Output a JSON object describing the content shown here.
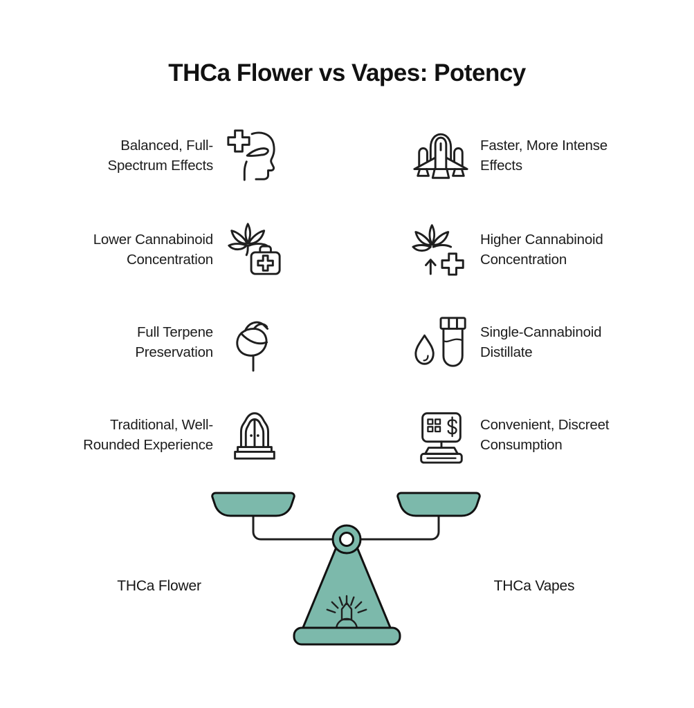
{
  "title": "THCa Flower vs Vapes: Potency",
  "left": {
    "label": "THCa Flower",
    "items": [
      {
        "text": "Balanced, Full-\nSpectrum Effects",
        "icon": "head-plus-icon"
      },
      {
        "text": "Lower Cannabinoid\nConcentration",
        "icon": "leaf-medical-bag-icon"
      },
      {
        "text": "Full Terpene\nPreservation",
        "icon": "rose-icon"
      },
      {
        "text": "Traditional, Well-\nRounded Experience",
        "icon": "wardrobe-icon"
      }
    ]
  },
  "right": {
    "label": "THCa Vapes",
    "items": [
      {
        "text": "Faster, More Intense\nEffects",
        "icon": "rocket-icon"
      },
      {
        "text": "Higher Cannabinoid\nConcentration",
        "icon": "leaf-cross-icon"
      },
      {
        "text": "Single-Cannabinoid\nDistillate",
        "icon": "droplet-test-tube-icon"
      },
      {
        "text": "Convenient, Discreet\nConsumption",
        "icon": "cash-register-icon"
      }
    ]
  },
  "colors": {
    "accent_teal": "#7CB9AB",
    "outline": "#1F1F1F",
    "text": "#1C1C1C",
    "background": "#FFFFFF"
  }
}
